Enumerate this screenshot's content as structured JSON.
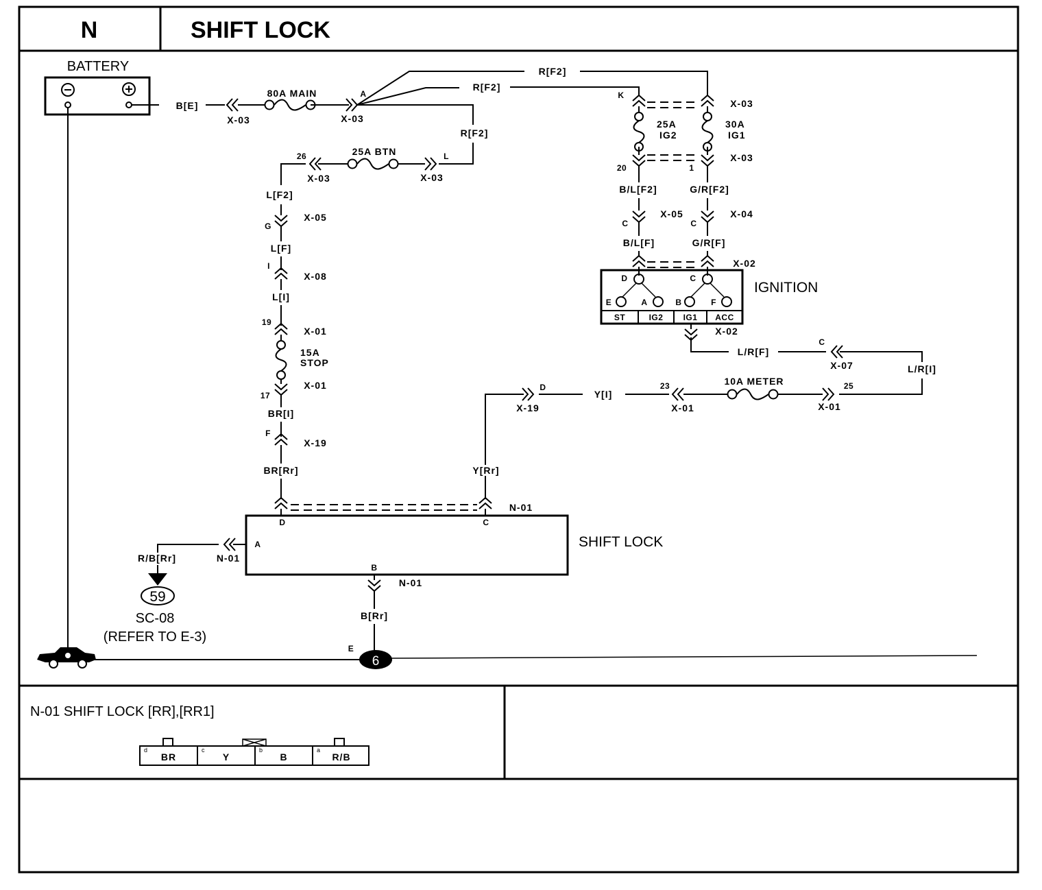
{
  "header": {
    "section": "N",
    "title": "SHIFT LOCK"
  },
  "components": {
    "battery": "BATTERY",
    "ignition": "IGNITION",
    "shift_lock": "SHIFT LOCK",
    "ignition_terms": [
      "D",
      "C",
      "E",
      "A",
      "B",
      "F"
    ],
    "ignition_positions": [
      "ST",
      "IG2",
      "IG1",
      "ACC"
    ],
    "shift_lock_pins": {
      "a": "A",
      "b": "B",
      "c": "C",
      "d": "D"
    }
  },
  "fuses": {
    "main": "80A MAIN",
    "btn": "25A BTN",
    "ig2_amp": "25A",
    "ig2_name": "IG2",
    "ig1_amp": "30A",
    "ig1_name": "IG1",
    "stop_amp": "15A",
    "stop_name": "STOP",
    "meter": "10A METER"
  },
  "wires": {
    "b_e": "B[E]",
    "r_f2": "R[F2]",
    "l_f2": "L[F2]",
    "l_f": "L[F]",
    "l_i": "L[I]",
    "br_i": "BR[I]",
    "br_rr": "BR[Rr]",
    "y_rr": "Y[Rr]",
    "y_i": "Y[I]",
    "bl_f2": "B/L[F2]",
    "gr_f2": "G/R[F2]",
    "bl_f": "B/L[F]",
    "gr_f": "G/R[F]",
    "lr_f": "L/R[F]",
    "lr_i": "L/R[I]",
    "rb_rr": "R/B[Rr]",
    "b_rr": "B[Rr]"
  },
  "connectors": {
    "x03": "X-03",
    "x05": "X-05",
    "x08": "X-08",
    "x01": "X-01",
    "x19": "X-19",
    "x04": "X-04",
    "x02": "X-02",
    "x07": "X-07",
    "n01": "N-01"
  },
  "pins": {
    "a": "A",
    "k": "K",
    "l": "L",
    "p26": "26",
    "p20": "20",
    "p1": "1",
    "c": "C",
    "g": "G",
    "i": "I",
    "p19": "19",
    "p17": "17",
    "f": "F",
    "d": "D",
    "p23": "23",
    "p25": "25",
    "e": "E"
  },
  "reference": {
    "page": "59",
    "code": "SC-08",
    "note": "(REFER TO E-3)"
  },
  "ground": {
    "point": "6"
  },
  "connector_view": {
    "title": "N-01 SHIFT LOCK [RR],[RR1]",
    "cells": [
      {
        "pin": "d",
        "wire": "BR"
      },
      {
        "pin": "c",
        "wire": "Y"
      },
      {
        "pin": "b",
        "wire": "B"
      },
      {
        "pin": "a",
        "wire": "R/B"
      }
    ]
  }
}
